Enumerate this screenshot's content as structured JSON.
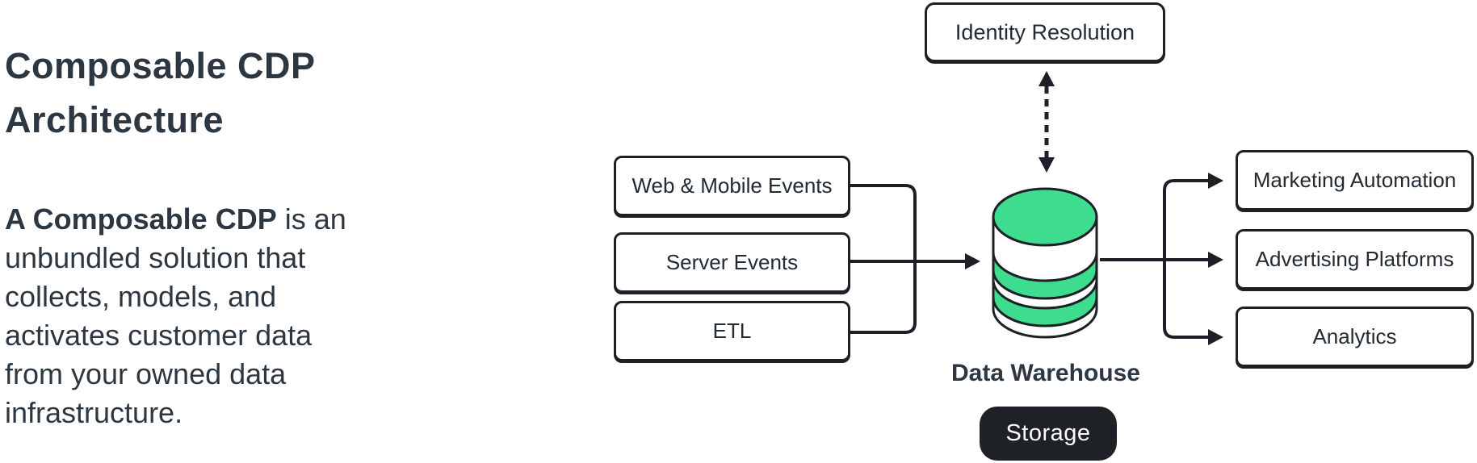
{
  "colors": {
    "page_bg": "#FFFFFF",
    "ink": "#1D2127",
    "accent_green": "#3EDC8E",
    "text_dark": "#2D3742",
    "box_text": "#222A33",
    "box_bg": "#FFFFFF",
    "badge_bg": "#1E2126",
    "badge_text": "#FFFFFF"
  },
  "intro": {
    "title_lines": [
      "Composable CDP",
      "Architecture"
    ],
    "description": {
      "lead_bold": "A Composable CDP",
      "lead_rest": " is an",
      "lines": [
        "unbundled solution that",
        "collects, models, and",
        "activates customer data",
        "from your owned data",
        "infrastructure."
      ]
    }
  },
  "diagram": {
    "identity": {
      "label": "Identity Resolution"
    },
    "sources": [
      {
        "label": "Web & Mobile Events"
      },
      {
        "label": "Server Events"
      },
      {
        "label": "ETL"
      }
    ],
    "warehouse": {
      "label": "Data Warehouse",
      "badge": "Storage"
    },
    "destinations": [
      {
        "label": "Marketing Automation"
      },
      {
        "label": "Advertising Platforms"
      },
      {
        "label": "Analytics"
      }
    ]
  }
}
